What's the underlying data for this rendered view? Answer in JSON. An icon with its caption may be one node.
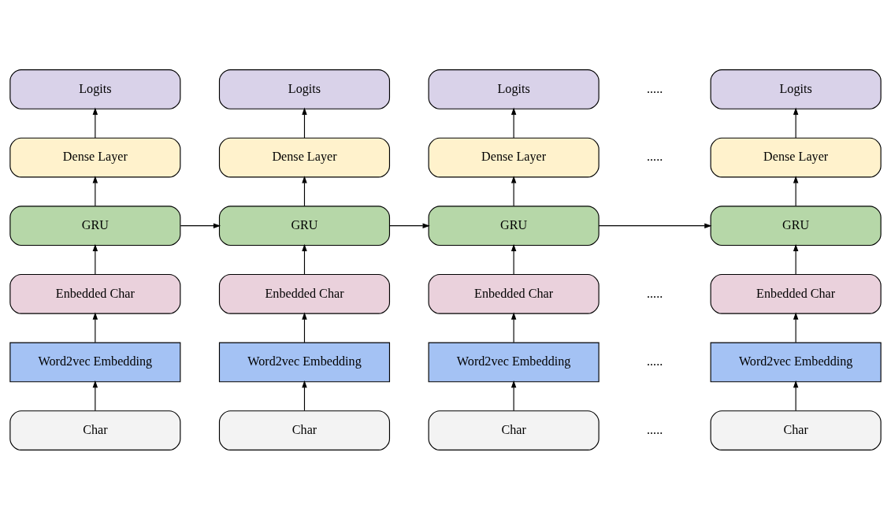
{
  "diagram": {
    "nodes": [
      {
        "text": [
          "Logits"
        ]
      },
      {
        "text": [
          "Logits"
        ]
      },
      {
        "text": [
          "Logits"
        ]
      },
      {
        "text": [
          "Logits"
        ]
      },
      {
        "text": [
          "Dense Layer"
        ]
      },
      {
        "text": [
          "Dense Layer"
        ]
      },
      {
        "text": [
          "Dense Layer"
        ]
      },
      {
        "text": [
          "Dense Layer"
        ]
      },
      {
        "text": [
          "GRU"
        ]
      },
      {
        "text": [
          "GRU"
        ]
      },
      {
        "text": [
          "GRU"
        ]
      },
      {
        "text": [
          "GRU"
        ]
      },
      {
        "text": [
          "Enbedded Char"
        ]
      },
      {
        "text": [
          "Enbedded Char"
        ]
      },
      {
        "text": [
          "Enbedded Char"
        ]
      },
      {
        "text": [
          "Enbedded Char"
        ]
      },
      {
        "text": [
          "Word2vec Embedding"
        ]
      },
      {
        "text": [
          "Word2vec Embedding"
        ]
      },
      {
        "text": [
          "Word2vec Embedding"
        ]
      },
      {
        "text": [
          "Word2vec Embedding"
        ]
      },
      {
        "text": [
          "Char"
        ]
      },
      {
        "text": [
          "Char"
        ]
      },
      {
        "text": [
          "Char"
        ]
      },
      {
        "text": [
          "Char"
        ]
      }
    ],
    "edges": [
      {
        "from": 20,
        "to": 16,
        "arrow": "to"
      },
      {
        "from": 16,
        "to": 12,
        "arrow": "to"
      },
      {
        "from": 12,
        "to": 8,
        "arrow": "to"
      },
      {
        "from": 8,
        "to": 4,
        "arrow": "to"
      },
      {
        "from": 4,
        "to": 0,
        "arrow": "to"
      },
      {
        "from": 21,
        "to": 17,
        "arrow": "to"
      },
      {
        "from": 17,
        "to": 13,
        "arrow": "to"
      },
      {
        "from": 13,
        "to": 9,
        "arrow": "to"
      },
      {
        "from": 9,
        "to": 5,
        "arrow": "to"
      },
      {
        "from": 5,
        "to": 1,
        "arrow": "to"
      },
      {
        "from": 22,
        "to": 18,
        "arrow": "to"
      },
      {
        "from": 18,
        "to": 14,
        "arrow": "to"
      },
      {
        "from": 14,
        "to": 10,
        "arrow": "to"
      },
      {
        "from": 10,
        "to": 6,
        "arrow": "to"
      },
      {
        "from": 6,
        "to": 2,
        "arrow": "to"
      },
      {
        "from": 23,
        "to": 19,
        "arrow": "to"
      },
      {
        "from": 19,
        "to": 15,
        "arrow": "to"
      },
      {
        "from": 15,
        "to": 11,
        "arrow": "to"
      },
      {
        "from": 11,
        "to": 7,
        "arrow": "to"
      },
      {
        "from": 7,
        "to": 3,
        "arrow": "to"
      },
      {
        "from": 8,
        "to": 9,
        "arrow": "to"
      },
      {
        "from": 9,
        "to": 10,
        "arrow": "to"
      },
      {
        "from": 10,
        "to": 11,
        "arrow": "to"
      }
    ],
    "labels": [
      ".....",
      ".....",
      ".....",
      ".....",
      "....."
    ]
  }
}
